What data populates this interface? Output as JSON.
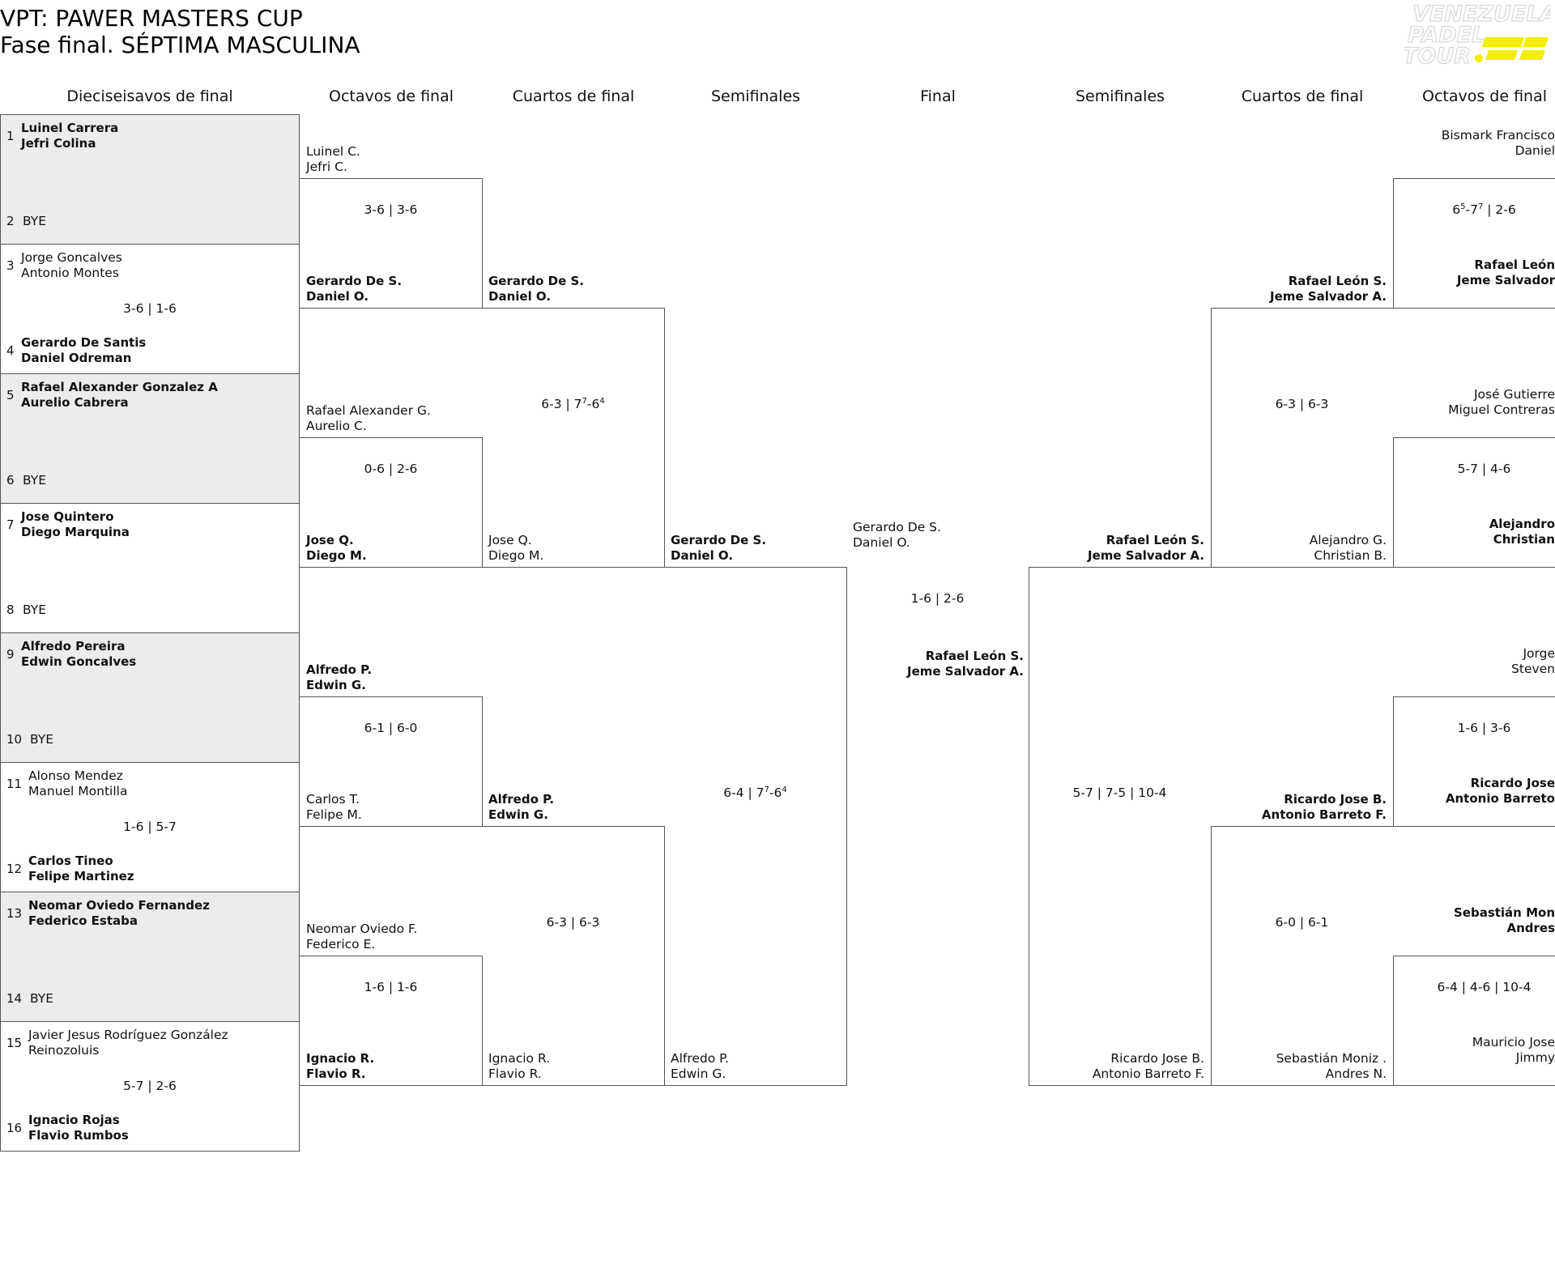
{
  "title": {
    "line1": "VPT: PAWER MASTERS CUP",
    "line2": "Fase final. SÉPTIMA MASCULINA"
  },
  "logo": {
    "text": [
      "VENEZUELA",
      "PADEL",
      "TOUR"
    ],
    "accent": "#f2ee00"
  },
  "headers": [
    "Dieciseisavos de final",
    "Octavos de final",
    "Cuartos de final",
    "Semifinales",
    "Final",
    "Semifinales",
    "Cuartos de final",
    "Octavos de final"
  ],
  "r32": [
    {
      "n1": "1",
      "a1": "Luinel Carrera",
      "b1": "Jefri Colina",
      "w1": true,
      "n2": "2",
      "a2": "BYE",
      "b2": "",
      "w2": false,
      "score": "",
      "shade": true
    },
    {
      "n1": "3",
      "a1": "Jorge Goncalves",
      "b1": "Antonio Montes",
      "w1": false,
      "n2": "4",
      "a2": "Gerardo De Santis",
      "b2": "Daniel Odreman",
      "w2": true,
      "score": "3-6 | 1-6",
      "shade": false
    },
    {
      "n1": "5",
      "a1": "Rafael Alexander Gonzalez A",
      "b1": "Aurelio Cabrera",
      "w1": true,
      "n2": "6",
      "a2": "BYE",
      "b2": "",
      "w2": false,
      "score": "",
      "shade": true
    },
    {
      "n1": "7",
      "a1": "Jose Quintero",
      "b1": "Diego Marquina",
      "w1": true,
      "n2": "8",
      "a2": "BYE",
      "b2": "",
      "w2": false,
      "score": "",
      "shade": false
    },
    {
      "n1": "9",
      "a1": "Alfredo Pereira",
      "b1": "Edwin Goncalves",
      "w1": true,
      "n2": "10",
      "a2": "BYE",
      "b2": "",
      "w2": false,
      "score": "",
      "shade": true
    },
    {
      "n1": "11",
      "a1": "Alonso Mendez",
      "b1": "Manuel Montilla",
      "w1": false,
      "n2": "12",
      "a2": "Carlos Tineo",
      "b2": "Felipe Martinez",
      "w2": true,
      "score": "1-6 | 5-7",
      "shade": false
    },
    {
      "n1": "13",
      "a1": "Neomar Oviedo Fernandez",
      "b1": "Federico Estaba",
      "w1": true,
      "n2": "14",
      "a2": "BYE",
      "b2": "",
      "w2": false,
      "score": "",
      "shade": true
    },
    {
      "n1": "15",
      "a1": "Javier Jesus Rodríguez González",
      "b1": "Reinozoluis",
      "w1": false,
      "n2": "16",
      "a2": "Ignacio Rojas",
      "b2": "Flavio Rumbos",
      "w2": true,
      "score": "5-7 | 2-6",
      "shade": false
    }
  ],
  "r16_left": [
    {
      "top_a": "Luinel C.",
      "top_b": "Jefri C.",
      "top_w": false,
      "score": "3-6 | 3-6",
      "bot_a": "Gerardo De S.",
      "bot_b": "Daniel O.",
      "bot_w": true
    },
    {
      "top_a": "Rafael Alexander G.",
      "top_b": "Aurelio C.",
      "top_w": false,
      "score": "0-6 | 2-6",
      "bot_a": "Jose Q.",
      "bot_b": "Diego M.",
      "bot_w": true
    },
    {
      "top_a": "Alfredo P.",
      "top_b": "Edwin G.",
      "top_w": true,
      "score": "6-1 | 6-0",
      "bot_a": "Carlos T.",
      "bot_b": "Felipe M.",
      "bot_w": false
    },
    {
      "top_a": "Neomar Oviedo F.",
      "top_b": "Federico E.",
      "top_w": false,
      "score": "1-6 | 1-6",
      "bot_a": "Ignacio R.",
      "bot_b": "Flavio R.",
      "bot_w": true
    }
  ],
  "qf_left": [
    {
      "top_a": "Gerardo De S.",
      "top_b": "Daniel O.",
      "top_w": true,
      "score": "6-3 | 7⁷-6⁴",
      "bot_a": "Jose Q.",
      "bot_b": "Diego M.",
      "bot_w": false
    },
    {
      "top_a": "Alfredo P.",
      "top_b": "Edwin G.",
      "top_w": true,
      "score": "6-3 | 6-3",
      "bot_a": "Ignacio R.",
      "bot_b": "Flavio R.",
      "bot_w": false
    }
  ],
  "sf_left": {
    "top_a": "Gerardo De S.",
    "top_b": "Daniel O.",
    "top_w": true,
    "score": "6-4 | 7⁷-6⁴",
    "bot_a": "Alfredo P.",
    "bot_b": "Edwin G.",
    "bot_w": false
  },
  "final": {
    "top_a": "Gerardo De S.",
    "top_b": "Daniel O.",
    "top_w": false,
    "score": "1-6 | 2-6",
    "bot_a": "Rafael León S.",
    "bot_b": "Jeme Salvador A.",
    "bot_w": true
  },
  "sf_right": {
    "top_a": "Rafael León S.",
    "top_b": "Jeme Salvador A.",
    "top_w": true,
    "score": "5-7 | 7-5 | 10-4",
    "bot_a": "Ricardo Jose B.",
    "bot_b": "Antonio Barreto F.",
    "bot_w": false
  },
  "qf_right": [
    {
      "top_a": "Rafael León S.",
      "top_b": "Jeme Salvador A.",
      "top_w": true,
      "score": "6-3 | 6-3",
      "bot_a": "Alejandro G.",
      "bot_b": "Christian B.",
      "bot_w": false
    },
    {
      "top_a": "Ricardo Jose B.",
      "top_b": "Antonio Barreto F.",
      "top_w": true,
      "score": "6-0 | 6-1",
      "bot_a": "Sebastián Moniz .",
      "bot_b": "Andres N.",
      "bot_w": false
    }
  ],
  "r16_right": [
    {
      "top_a": "Bismark Francisco",
      "top_b": "Daniel",
      "top_w": false,
      "score": "6⁵-7⁷ | 2-6",
      "bot_a": "Rafael León",
      "bot_b": "Jeme Salvador",
      "bot_w": true
    },
    {
      "top_a": "José Gutierre",
      "top_b": "Miguel Contreras",
      "top_w": false,
      "score": "5-7 | 4-6",
      "bot_a": "Alejandro",
      "bot_b": "Christian",
      "bot_w": true
    },
    {
      "top_a": "Jorge",
      "top_b": "Steven",
      "top_w": false,
      "score": "1-6 | 3-6",
      "bot_a": "Ricardo Jose",
      "bot_b": "Antonio Barreto",
      "bot_w": true
    },
    {
      "top_a": "Sebastián Mon",
      "top_b": "Andres",
      "top_w": true,
      "score": "6-4 | 4-6 | 10-4",
      "bot_a": "Mauricio Jose",
      "bot_b": "Jimmy",
      "bot_w": false
    }
  ]
}
